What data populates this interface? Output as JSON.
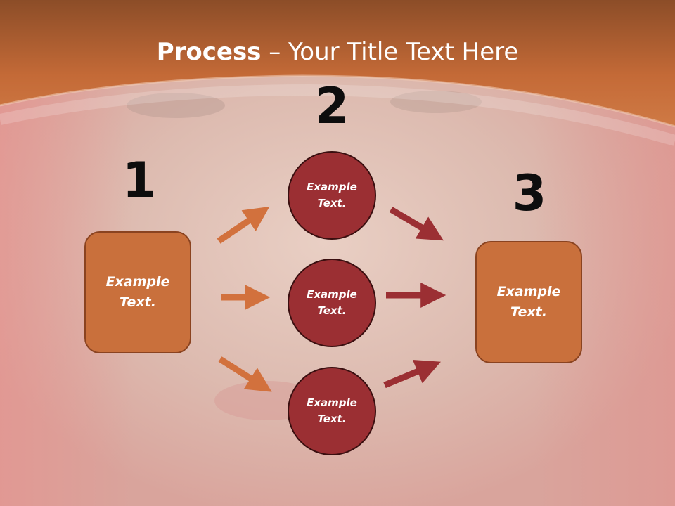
{
  "slide": {
    "title_bold": "Process",
    "title_rest": " – Your Title Text Here",
    "numbers": [
      "1",
      "2",
      "3"
    ]
  },
  "left_box": {
    "text": "Example Text."
  },
  "right_box": {
    "text": "Example Text."
  },
  "circles": [
    {
      "text": "Example Text."
    },
    {
      "text": "Example Text."
    },
    {
      "text": "Example Text."
    }
  ],
  "colors": {
    "header": "#c9703c",
    "box_fill": "#c9703c",
    "circle_fill": "#9b2f33",
    "orange_arrow": "#d2713d",
    "red_arrow": "#9b2f33"
  }
}
